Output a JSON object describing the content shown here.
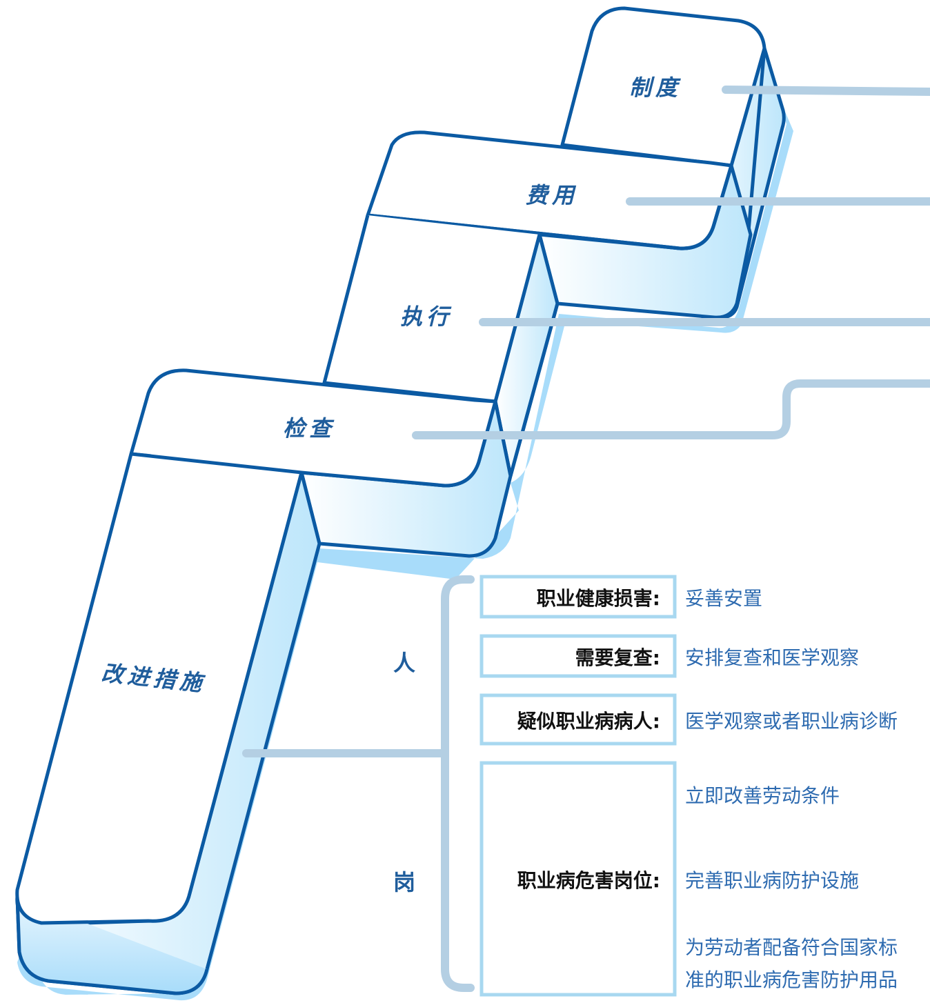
{
  "steps": {
    "zhidu": "制度",
    "feiyong": "费用",
    "zhixing": "执行",
    "jiancha": "检查",
    "gaijin": "改进措施"
  },
  "groups": {
    "person": "人",
    "post": "岗"
  },
  "rows": [
    {
      "label": "职业健康损害:",
      "action": "妥善安置"
    },
    {
      "label": "需要复查:",
      "action": "安排复查和医学观察"
    },
    {
      "label": "疑似职业病病人:",
      "action": "医学观察或者职业病诊断"
    },
    {
      "label": "职业病危害岗位:",
      "actions": [
        "立即改善劳动条件",
        "完善职业病防护设施",
        "为劳动者配备符合国家标",
        "准的职业病危害防护用品"
      ]
    }
  ],
  "colors": {
    "outline": "#0b5aa3",
    "connector": "#b4cfe3",
    "box_border": "#a8d8f0",
    "shadow": "#a8dcfa",
    "label": "#1f5d9c",
    "action": "#2e6bb0"
  }
}
